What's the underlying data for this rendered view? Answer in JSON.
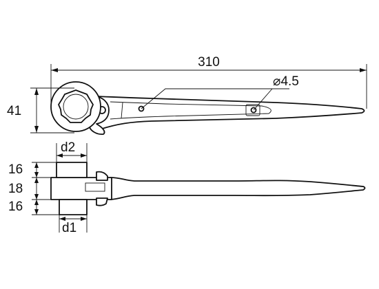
{
  "labels": {
    "overall_length": "310",
    "height": "41",
    "hole_dia": "⌀4.5",
    "d2": "d2",
    "d1": "d1",
    "top_offset": "16",
    "head_thickness": "18",
    "bottom_offset": "16"
  }
}
